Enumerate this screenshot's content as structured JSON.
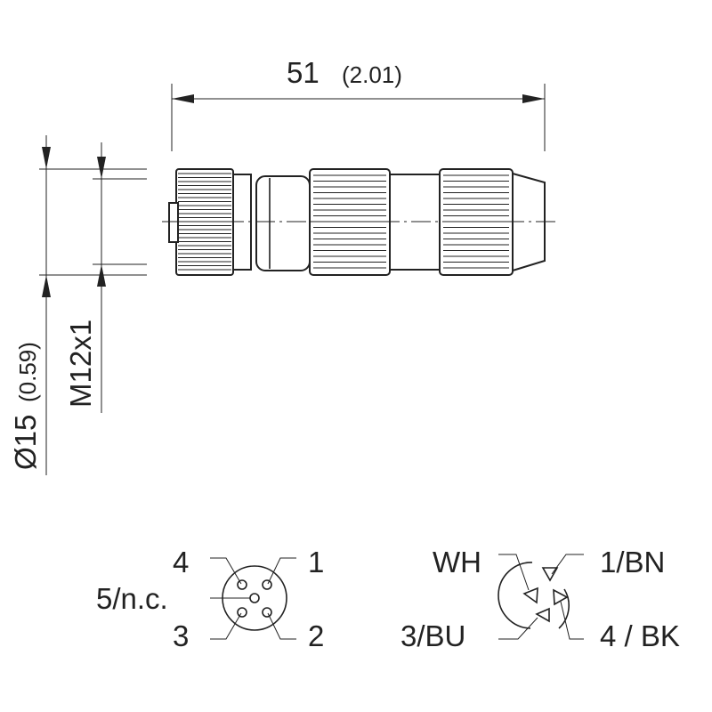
{
  "dimensions": {
    "length": {
      "value": "51",
      "inch": "(2.01)"
    },
    "diameter": {
      "value": "Ø15",
      "inch": "(0.59)"
    },
    "thread": {
      "value": "M12x1"
    }
  },
  "pinout_numbers": {
    "pin4": "4",
    "pin1": "1",
    "pin5": "5/n.c.",
    "pin3": "3",
    "pin2": "2"
  },
  "pinout_colors": {
    "wh": "WH",
    "bn": "1/BN",
    "bu": "3/BU",
    "bk": "4 / BK"
  }
}
